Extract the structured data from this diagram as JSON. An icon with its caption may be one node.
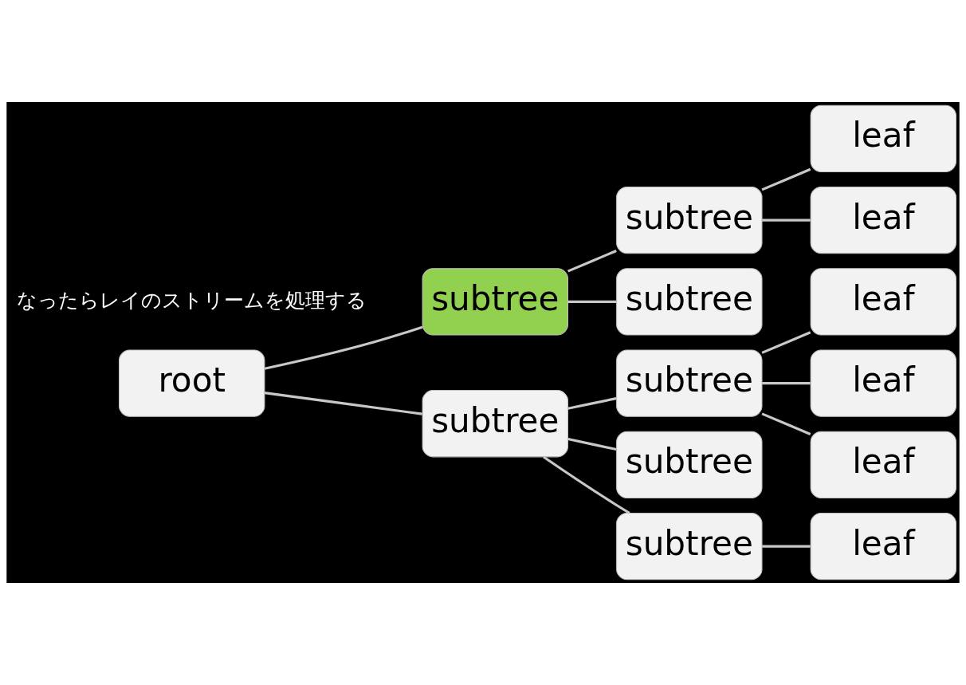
{
  "diagram": {
    "nodes": [
      {
        "text": [
          "root"
        ]
      },
      {
        "text": [
          "subtree"
        ]
      },
      {
        "text": [
          "subtree"
        ]
      },
      {
        "text": [
          "subtree"
        ]
      },
      {
        "text": [
          "leaf"
        ]
      },
      {
        "text": [
          "leaf"
        ]
      },
      {
        "text": [
          "subtree"
        ]
      },
      {
        "text": [
          "subtree"
        ]
      },
      {
        "text": [
          "subtree"
        ]
      },
      {
        "text": [
          "subtree"
        ]
      },
      {
        "text": [
          "leaf"
        ]
      },
      {
        "text": [
          "leaf"
        ]
      },
      {
        "text": [
          "leaf"
        ]
      },
      {
        "text": [
          "leaf"
        ]
      }
    ],
    "edges": [
      {
        "from": 0,
        "to": 1,
        "arrow": "none"
      },
      {
        "from": 0,
        "to": 6,
        "arrow": "none"
      },
      {
        "from": 1,
        "to": 2,
        "arrow": "none"
      },
      {
        "from": 1,
        "to": 3,
        "arrow": "none"
      },
      {
        "from": 2,
        "to": 4,
        "arrow": "none"
      },
      {
        "from": 2,
        "to": 5,
        "arrow": "none"
      },
      {
        "from": 6,
        "to": 7,
        "arrow": "none"
      },
      {
        "from": 6,
        "to": 8,
        "arrow": "none"
      },
      {
        "from": 6,
        "to": 9,
        "arrow": "none"
      },
      {
        "from": 7,
        "to": 10,
        "arrow": "none"
      },
      {
        "from": 7,
        "to": 11,
        "arrow": "none"
      },
      {
        "from": 7,
        "to": 12,
        "arrow": "none"
      },
      {
        "from": 9,
        "to": 13,
        "arrow": "none"
      }
    ],
    "labels": [
      "なったらレイのストリームを処理する"
    ]
  }
}
